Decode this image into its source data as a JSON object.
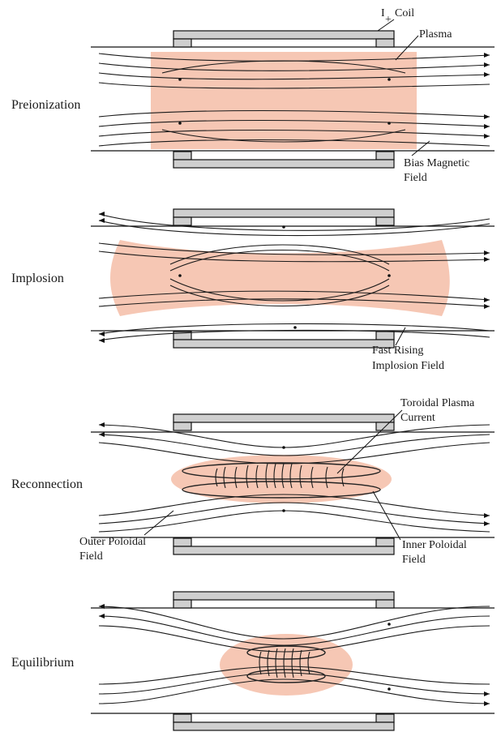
{
  "stages": [
    {
      "id": "preionization",
      "label": "Preionization"
    },
    {
      "id": "implosion",
      "label": "Implosion"
    },
    {
      "id": "reconnection",
      "label": "Reconnection"
    },
    {
      "id": "equilibrium",
      "label": "Equilibrium"
    }
  ],
  "annotations": {
    "current_symbol": "I",
    "coil": "Coil",
    "plasma": "Plasma",
    "bias_line1": "Bias Magnetic",
    "bias_line2": "Field",
    "fast_line1": "Fast Rising",
    "fast_line2": "Implosion Field",
    "toroidal_line1": "Toroidal Plasma",
    "toroidal_line2": "Current",
    "outer_line1": "Outer Poloidal",
    "outer_line2": "Field",
    "inner_line1": "Inner Poloidal",
    "inner_line2": "Field"
  },
  "colors": {
    "plasma": "#f6c7b4",
    "coil": "#cfcfcf",
    "lines": "#1a1a1a"
  }
}
